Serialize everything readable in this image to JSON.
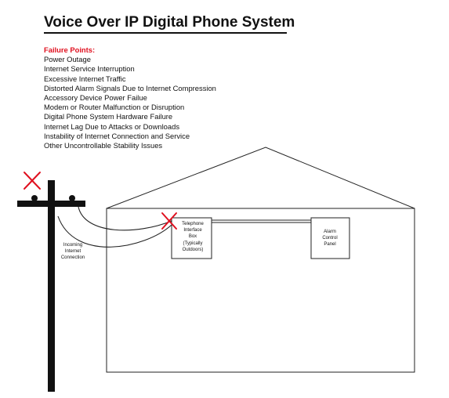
{
  "title": "Voice Over IP Digital Phone System",
  "failure_points": {
    "heading": "Failure Points:",
    "items": [
      "Power Outage",
      "Internet Service Interruption",
      "Excessive Internet Traffic",
      "Distorted Alarm Signals Due to Internet Compression",
      "Accessory Device Power Failue",
      "Modem or Router Malfunction or Disruption",
      "Digital Phone System Hardware Failure",
      "Internet Lag Due to Attacks or Downloads",
      "Instability of Internet Connection and Service",
      "Other Uncontrollable Stability Issues"
    ]
  },
  "diagram": {
    "telephone_interface_box": [
      "Telephone",
      "Interface",
      "Box",
      "(Typically",
      "Outdoors)"
    ],
    "alarm_control_panel": [
      "Alarm",
      "Control",
      "Panel"
    ],
    "incoming_connection": [
      "Incoming",
      "Internet",
      "Connection"
    ],
    "failure_mark_color": "#e0101f"
  }
}
